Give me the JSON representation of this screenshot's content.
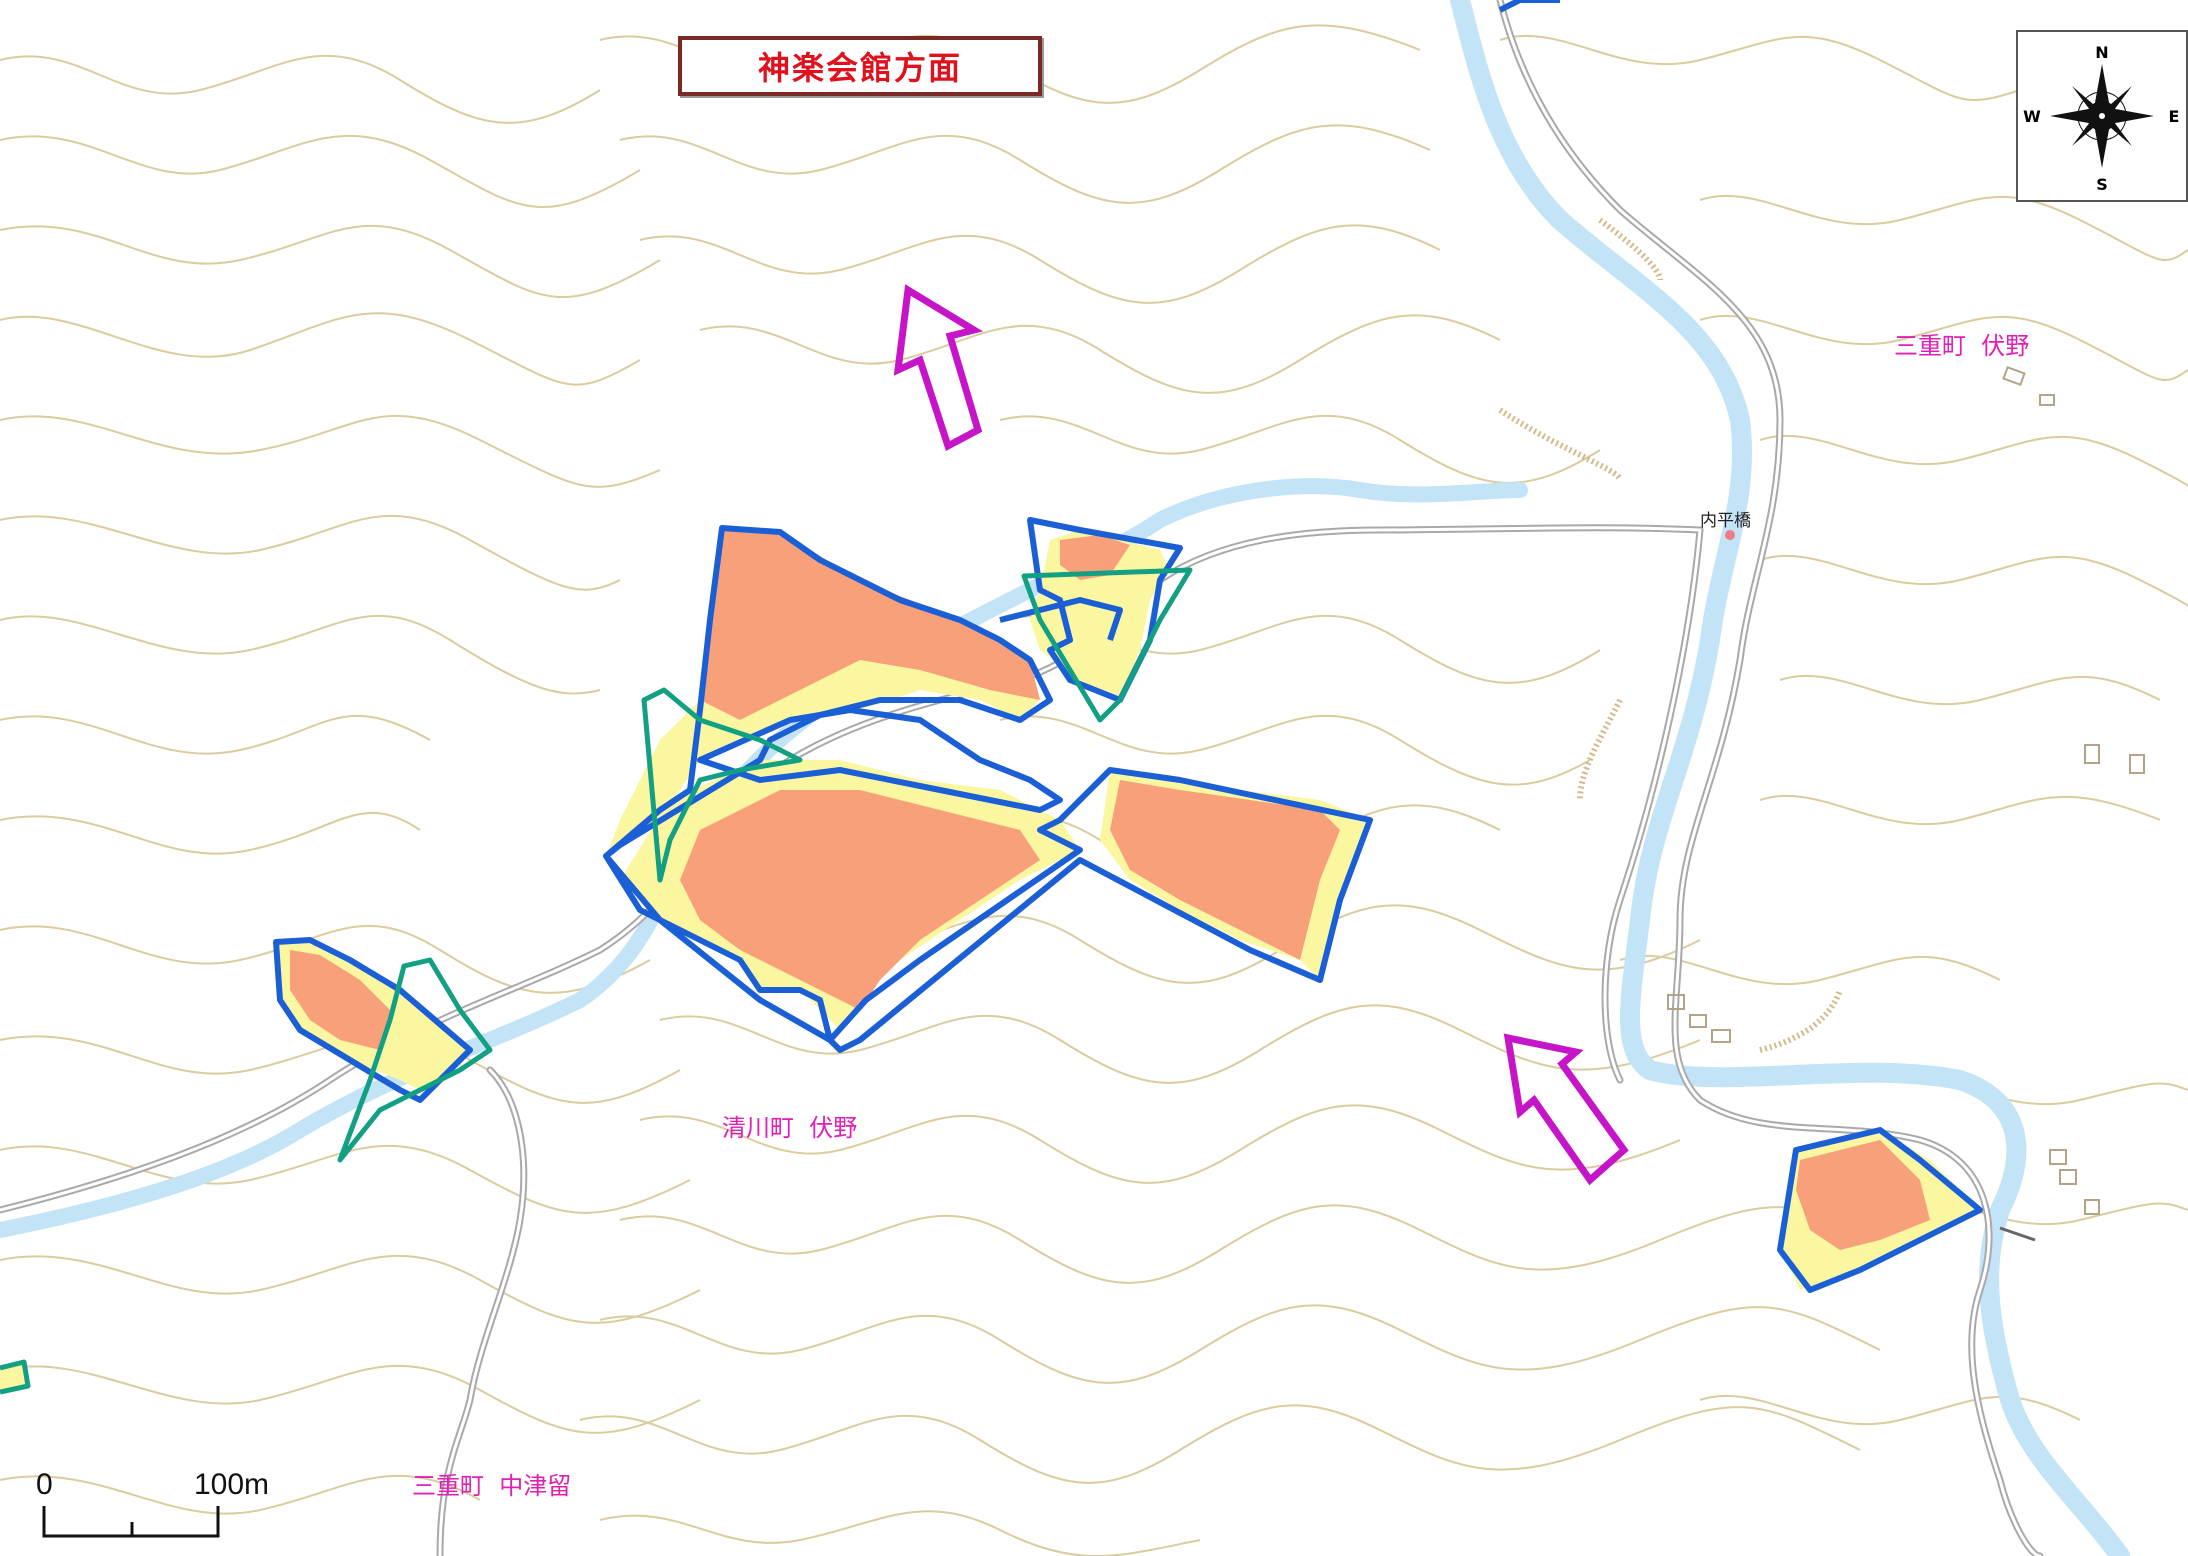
{
  "title": "神楽会館方面",
  "compass": {
    "north": "N",
    "south": "S",
    "east": "E",
    "west": "W"
  },
  "places": {
    "fushino_east": "三重町  伏野",
    "fushino_center": "清川町  伏野",
    "nakatsuru": "三重町  中津留"
  },
  "bridge": "内平橋",
  "scale": {
    "start": "0",
    "end": "100m"
  },
  "colors": {
    "hazard_core": "#f7a07a",
    "hazard_zone": "#fbf7a0",
    "outline_blue": "#1a5fd6",
    "outline_green": "#13a082",
    "arrow": "#c614c8",
    "river": "#c3e3f7",
    "contour": "#d6c79a",
    "place_text": "#e21fb3",
    "title_text": "#e0101c"
  }
}
